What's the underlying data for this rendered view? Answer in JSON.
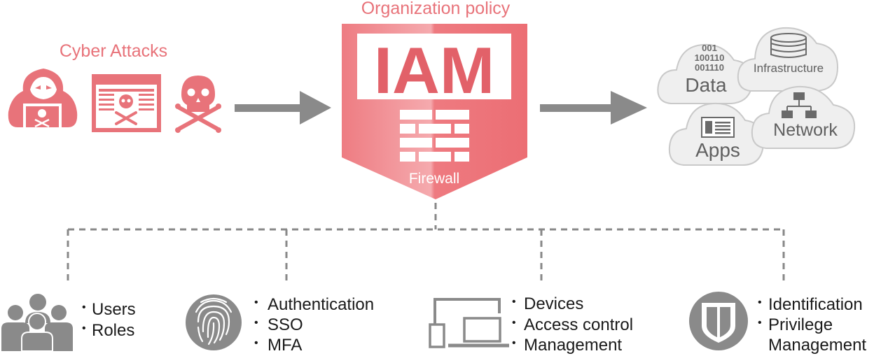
{
  "header": {
    "org_policy": "Organization policy",
    "iam": "IAM",
    "firewall": "Firewall"
  },
  "attacks": {
    "title": "Cyber Attacks"
  },
  "resources": {
    "data": "Data",
    "binary_1": "001",
    "binary_2": "100110",
    "binary_3": "001110",
    "infrastructure": "Infrastructure",
    "apps": "Apps",
    "network": "Network"
  },
  "bottom": {
    "users_group": {
      "items": [
        "Users",
        "Roles"
      ]
    },
    "auth_group": {
      "items": [
        "Authentication",
        "SSO",
        "MFA"
      ]
    },
    "devices_group": {
      "items": [
        "Devices",
        "Access control",
        "Management"
      ]
    },
    "identity_group": {
      "items": [
        "Identification",
        "Privilege",
        "Management"
      ]
    }
  },
  "colors": {
    "accent": "#e8737a",
    "accent_dark": "#d9545c",
    "gray": "#8a8a8a",
    "dark_gray": "#6e6e6e"
  }
}
